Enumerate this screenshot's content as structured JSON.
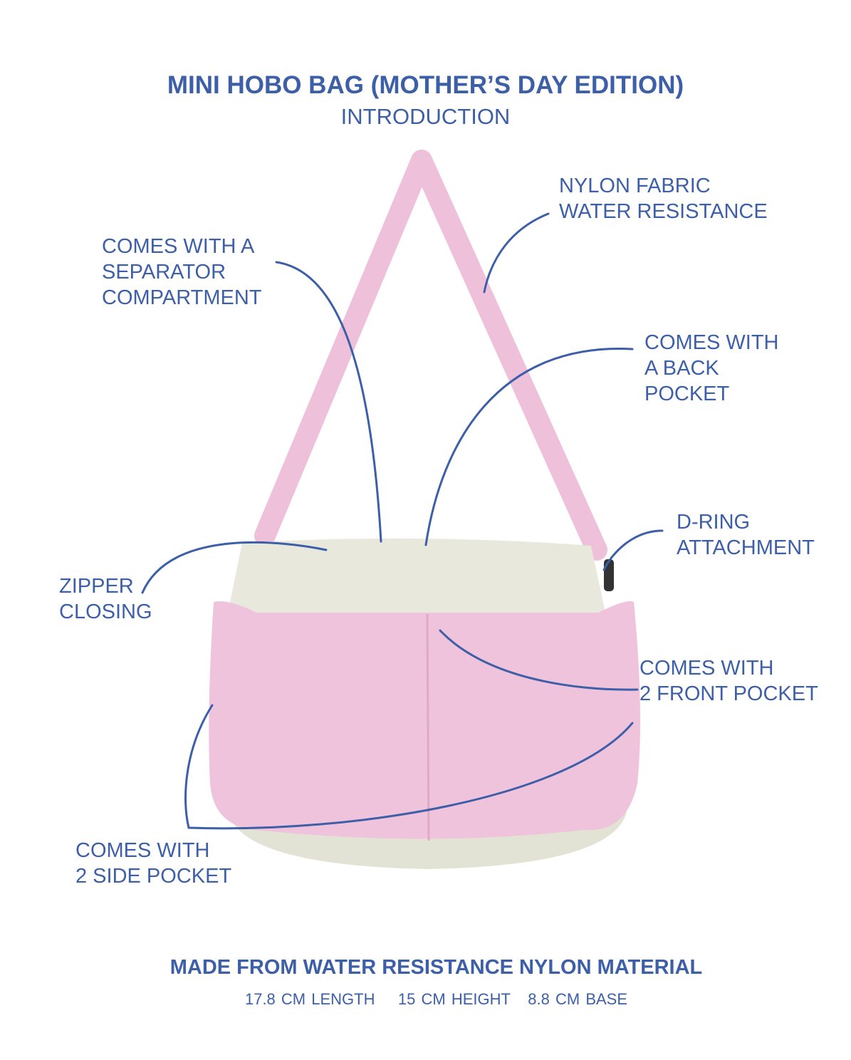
{
  "header": {
    "title": "MINI HOBO BAG (MOTHER’S DAY EDITION)",
    "subtitle": "INTRODUCTION"
  },
  "callouts": {
    "separator": [
      "COMES WITH A",
      "SEPARATOR",
      "COMPARTMENT"
    ],
    "nylon": [
      "NYLON FABRIC",
      "WATER RESISTANCE"
    ],
    "back_pocket": [
      "COMES WITH",
      "A BACK",
      "POCKET"
    ],
    "d_ring": [
      "D-RING",
      "ATTACHMENT"
    ],
    "zipper": [
      "ZIPPER",
      "CLOSING"
    ],
    "front_pocket": [
      "COMES WITH",
      "2 FRONT POCKET"
    ],
    "side_pocket": [
      "COMES WITH",
      "2 SIDE POCKET"
    ]
  },
  "footer": {
    "material": "MADE FROM WATER RESISTANCE NYLON MATERIAL",
    "dimensions": [
      "17.8 CM LENGTH",
      "15 CM HEIGHT",
      "8.8 CM BASE"
    ]
  },
  "colors": {
    "text": "#3d5fa8",
    "bag_pink": "#efc3dc",
    "bag_cream": "#e6e7da"
  }
}
